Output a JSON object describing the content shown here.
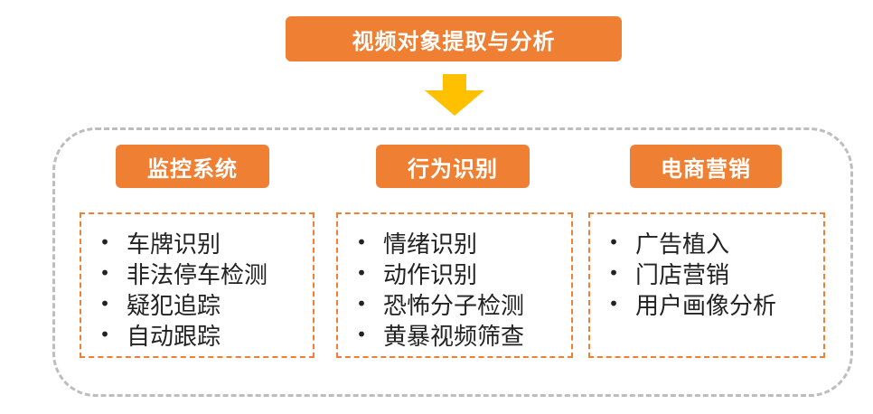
{
  "diagram": {
    "title": "视频对象提取与分析",
    "colors": {
      "accent": "#ee7f33",
      "arrow": "#ffc000",
      "frame": "#bdbdbd"
    },
    "categories": [
      {
        "label": "监控系统",
        "items": [
          "车牌识别",
          "非法停车检测",
          "疑犯追踪",
          "自动跟踪"
        ]
      },
      {
        "label": "行为识别",
        "items": [
          "情绪识别",
          "动作识别",
          "恐怖分子检测",
          "黄暴视频筛查"
        ]
      },
      {
        "label": "电商营销",
        "items": [
          "广告植入",
          "门店营销",
          "用户画像分析"
        ]
      }
    ]
  }
}
